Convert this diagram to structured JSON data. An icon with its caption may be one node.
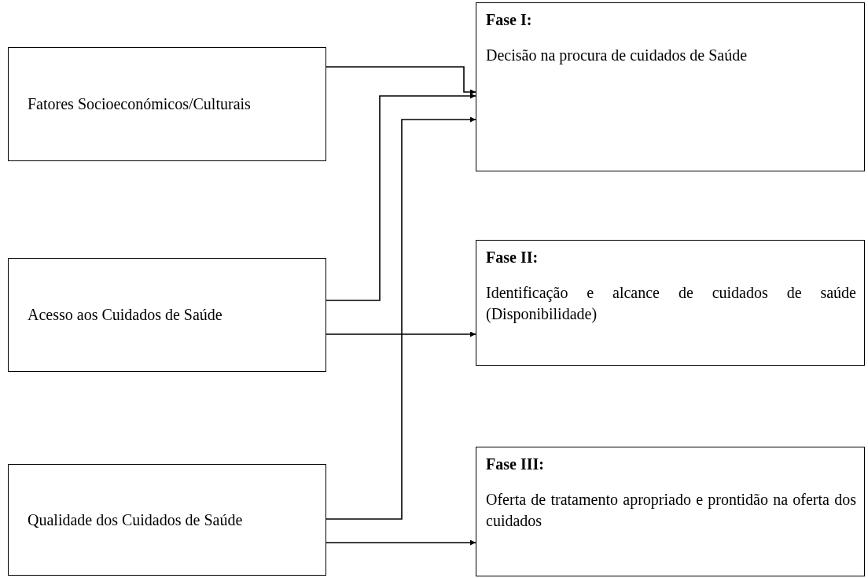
{
  "diagram": {
    "nodes": [
      {
        "text": [
          "Fatores Socioeconómicos/Culturais"
        ]
      },
      {
        "text": [
          "Acesso aos Cuidados de Saúde"
        ]
      },
      {
        "text": [
          "Qualidade dos Cuidados de Saúde"
        ]
      },
      {
        "text": [
          "Fase I:",
          "Decisão na procura de cuidados de Saúde"
        ]
      },
      {
        "text": [
          "Fase II:",
          "Identificação e alcance de cuidados de saúde (Disponibilidade)"
        ]
      },
      {
        "text": [
          "Fase III:",
          "Oferta de tratamento apropriado e prontidão na oferta dos cuidados"
        ]
      }
    ],
    "edges": [
      {
        "from": 0,
        "to": 3,
        "arrow": "to"
      },
      {
        "from": 1,
        "to": 3,
        "arrow": "to"
      },
      {
        "from": 2,
        "to": 3,
        "arrow": "to"
      },
      {
        "from": 1,
        "to": 4,
        "arrow": "to"
      },
      {
        "from": 2,
        "to": 5,
        "arrow": "to"
      }
    ]
  }
}
